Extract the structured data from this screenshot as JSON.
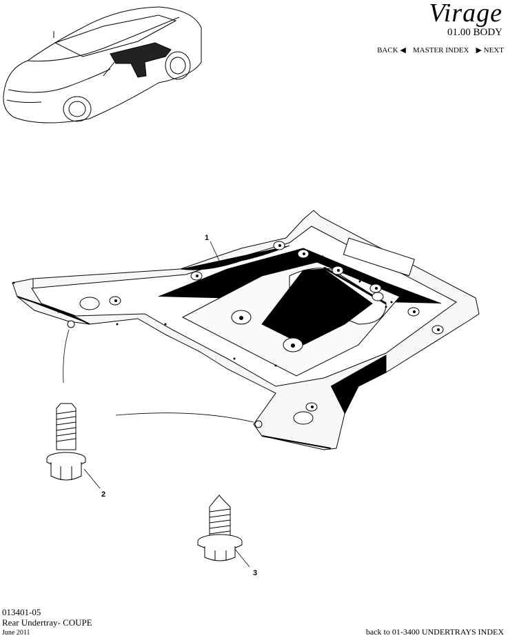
{
  "header": {
    "brand": "Virage",
    "section": "01.00 BODY",
    "nav": {
      "back": "BACK",
      "master_index": "MASTER INDEX",
      "next": "NEXT"
    }
  },
  "callouts": [
    "1",
    "2",
    "3"
  ],
  "footer": {
    "code": "013401-05",
    "title": "Rear Undertray- COUPE",
    "date": "June 2011",
    "back_link": "back to 01-3400 UNDERTRAYS INDEX"
  }
}
